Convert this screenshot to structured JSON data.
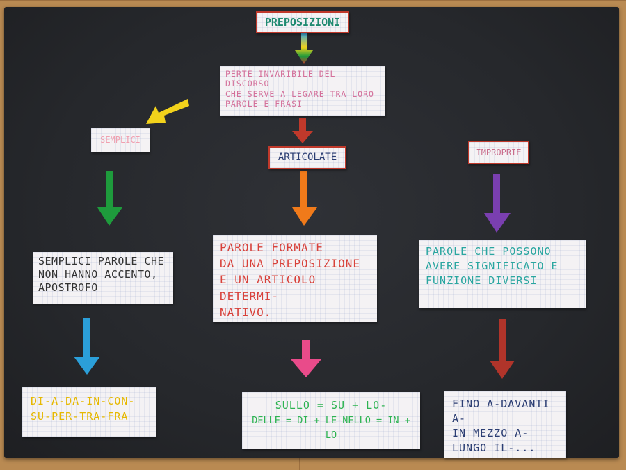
{
  "diagram": {
    "title": "PREPOSIZIONI",
    "definition": [
      "PERTE INVARIBILE DEL DISCORSO",
      "CHE SERVE A LEGARE TRA LORO",
      "PAROLE E FRASI"
    ],
    "branches": {
      "semplici": {
        "label": "SEMPLICI",
        "description": [
          "SEMPLICI PAROLE CHE",
          "NON HANNO ACCENTO,",
          "APOSTROFO"
        ],
        "examples": [
          "DI-A-DA-IN-CON-",
          "SU-PER-TRA-FRA"
        ]
      },
      "articolate": {
        "label": "ARTICOLATE",
        "description": [
          "PAROLE FORMATE",
          "DA UNA PREPOSIZIONE",
          "E UN ARTICOLO DETERMI-",
          "NATIVO."
        ],
        "examples": [
          "SULLO = SU + LO-",
          "DELLE = DI + LE-NELLO = IN + LO"
        ]
      },
      "improprie": {
        "label": "IMPROPRIE",
        "description": [
          "PAROLE CHE POSSONO",
          "AVERE SIGNIFICATO E",
          "FUNZIONE DIVERSI"
        ],
        "examples": [
          "FINO A-DAVANTI A-",
          "IN MEZZO A-",
          "LUNGO IL-..."
        ]
      }
    },
    "arrow_colors": {
      "title_to_definition": "#3aa7d8",
      "definition_to_articolate": "#c0392b",
      "to_semplici": "#f2d21b",
      "semplici_down": "#1e9b3c",
      "semplici_to_examples": "#2b9fd9",
      "articolate_down": "#f07a1a",
      "articolate_to_examples": "#e94b8a",
      "improprie_down": "#7a3fb0",
      "improprie_to_examples": "#b0342a"
    }
  }
}
